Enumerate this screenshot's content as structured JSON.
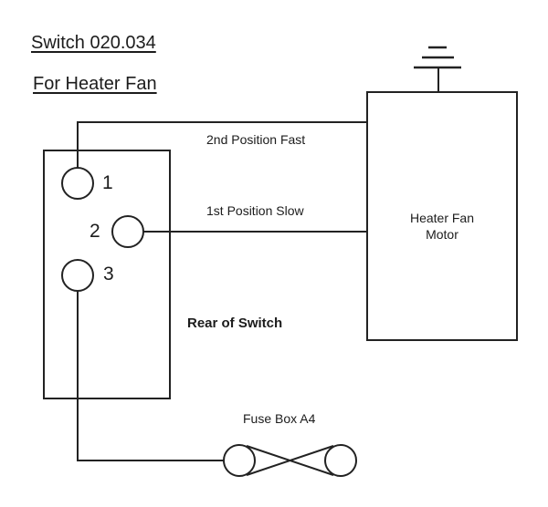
{
  "diagram": {
    "title": "Switch 020.034",
    "subtitle": "For Heater Fan",
    "switch": {
      "label": "Rear of Switch",
      "pins": [
        {
          "number": "1"
        },
        {
          "number": "2"
        },
        {
          "number": "3"
        }
      ]
    },
    "wires": {
      "fast": "2nd Position Fast",
      "slow": "1st Position Slow"
    },
    "motor": {
      "line1": "Heater Fan",
      "line2": "Motor"
    },
    "fuse": {
      "label": "Fuse Box A4"
    },
    "ground": {
      "icon": "ground-icon"
    },
    "colors": {
      "stroke": "#222222",
      "background": "#ffffff"
    }
  }
}
